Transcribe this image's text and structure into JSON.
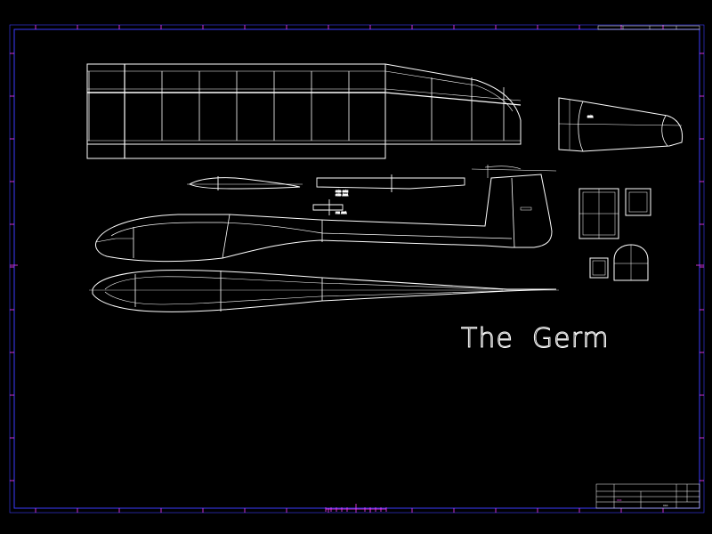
{
  "drawing": {
    "title": "The  Germ",
    "title_block_marks": [
      "XXX",
      "XXX"
    ]
  },
  "colors": {
    "background": "#000000",
    "frame": "#3b3bff",
    "ticks": "#ff3cff",
    "lines": "#ffffff"
  }
}
